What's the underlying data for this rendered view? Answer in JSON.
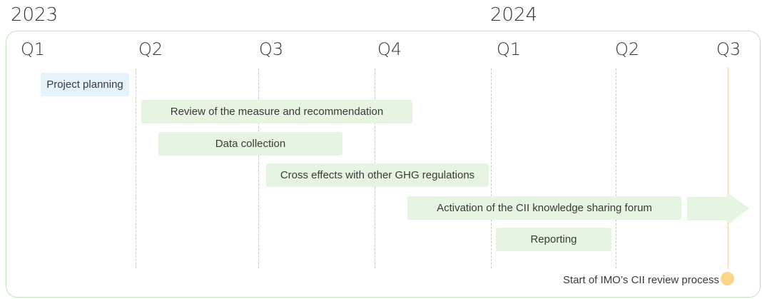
{
  "years": [
    "2023",
    "2024"
  ],
  "quarters": [
    "Q1",
    "Q2",
    "Q3",
    "Q4",
    "Q1",
    "Q2",
    "Q3"
  ],
  "tasks": [
    {
      "label": "Project planning",
      "color": "#e4f3fb"
    },
    {
      "label": "Review of the measure and recommendation",
      "color": "#e6f5e1"
    },
    {
      "label": "Data collection",
      "color": "#e6f5e1"
    },
    {
      "label": "Cross effects with other GHG regulations",
      "color": "#e6f5e1"
    },
    {
      "label": "Activation of the CII knowledge sharing forum",
      "color": "#e6f5e1"
    },
    {
      "label": "Reporting",
      "color": "#e6f5e1"
    }
  ],
  "milestone": {
    "label": "Start of IMO’s CII review process",
    "color": "#fbd58a"
  },
  "colors": {
    "frame": "#bfe3b9",
    "arrow": "#e6f5e1",
    "now_line": "#f5c9a6"
  }
}
